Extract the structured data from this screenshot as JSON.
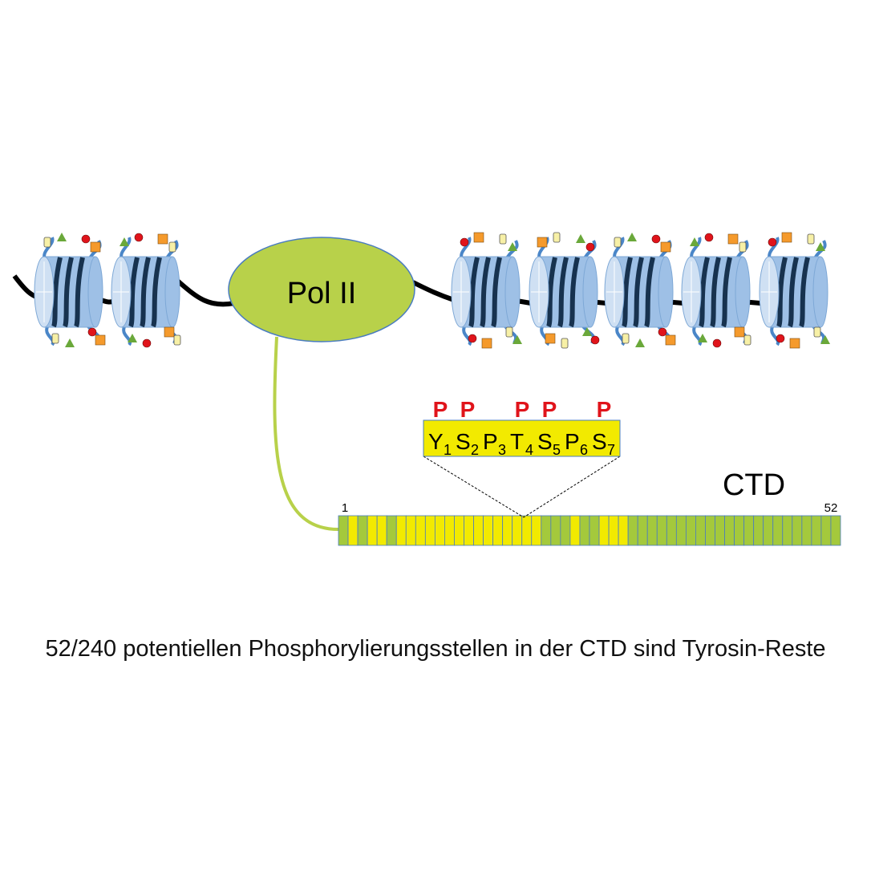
{
  "polymerase": {
    "label": "Pol II",
    "fill": "#b8d14a",
    "stroke": "#4a7cc0"
  },
  "ctd": {
    "label": "CTD",
    "start_label": "1",
    "end_label": "52",
    "repeat_count": 52,
    "repeat_types": [
      "green",
      "yellow",
      "green",
      "yellow",
      "yellow",
      "green",
      "yellow",
      "yellow",
      "yellow",
      "yellow",
      "yellow",
      "yellow",
      "yellow",
      "yellow",
      "yellow",
      "yellow",
      "yellow",
      "yellow",
      "yellow",
      "yellow",
      "yellow",
      "green",
      "green",
      "green",
      "yellow",
      "green",
      "green",
      "yellow",
      "yellow",
      "yellow",
      "green",
      "green",
      "green",
      "green",
      "green",
      "green",
      "green",
      "green",
      "green",
      "green",
      "green",
      "green",
      "green",
      "green",
      "green",
      "green",
      "green",
      "green",
      "green",
      "green",
      "green",
      "green"
    ],
    "colors": {
      "green": "#a4c93c",
      "yellow": "#f2ea00",
      "border": "#4a7cc0"
    }
  },
  "heptad": {
    "residues": [
      {
        "letter": "Y",
        "index": "1",
        "phospho": "P"
      },
      {
        "letter": "S",
        "index": "2",
        "phospho": "P"
      },
      {
        "letter": "P",
        "index": "3",
        "phospho": ""
      },
      {
        "letter": "T",
        "index": "4",
        "phospho": "P"
      },
      {
        "letter": "S",
        "index": "5",
        "phospho": "P"
      },
      {
        "letter": "P",
        "index": "6",
        "phospho": ""
      },
      {
        "letter": "S",
        "index": "7",
        "phospho": "P"
      }
    ],
    "box_fill": "#f2ea00",
    "phospho_color": "#e0141b"
  },
  "nucleosome_colors": {
    "body": "#9ec0e6",
    "face": "#cfe0f3",
    "band": "#17324f",
    "tail": "#4a86c8",
    "dna": "#000000"
  },
  "modification_colors": {
    "methyl_square": "#f59a2c",
    "acetyl_circle": "#e0141b",
    "phospho_triangle": "#6aa83a",
    "ubiquitin_rect": "#f7f0a6"
  },
  "caption": "52/240 potentiellen Phosphorylierungsstellen in der CTD sind Tyrosin-Reste"
}
